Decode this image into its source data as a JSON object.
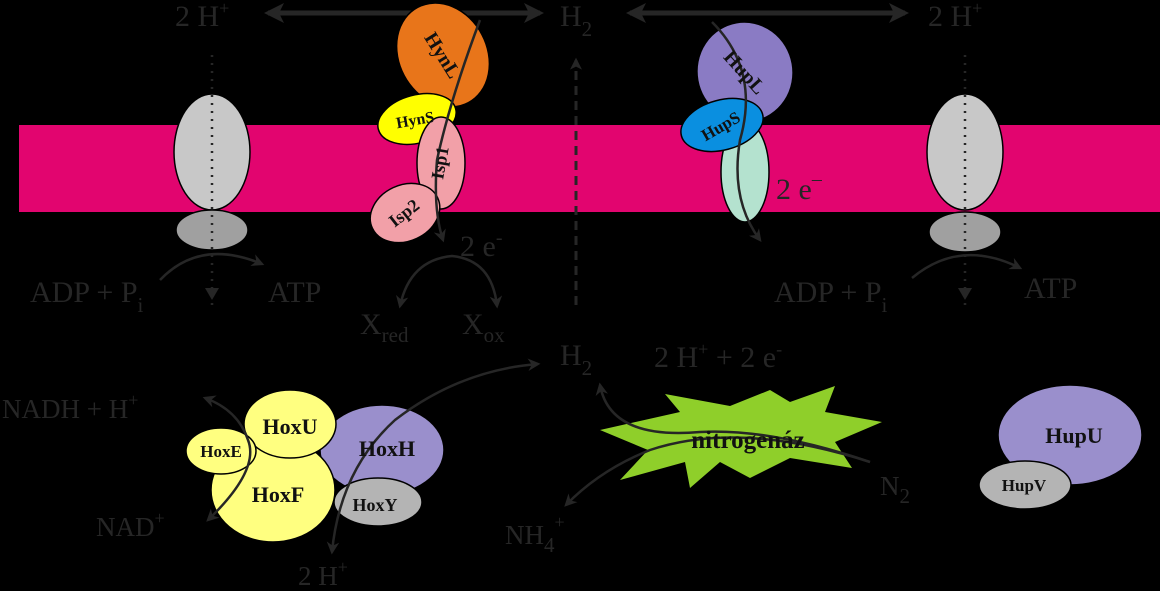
{
  "colors": {
    "background": "#000000",
    "membrane": "#e2056f",
    "text": "#262626",
    "arrow": "#262626",
    "atpase_top": "#c8c8c8",
    "atpase_bottom": "#a0a0a0",
    "hynL": "#e8751a",
    "hynS": "#ffff00",
    "isp": "#f2a0a8",
    "hupL": "#8a7bc4",
    "hupS": "#0a8fe0",
    "hupC": "#b4e2cf",
    "hox_yellow": "#ffff80",
    "hox_purple": "#9a8fcc",
    "hox_grey": "#b4b4b4",
    "nitrogenase": "#8fcf2a",
    "hupU": "#9a8fcc",
    "hupV": "#b4b4b4"
  },
  "labels": {
    "h_left_top": "2 H",
    "h_left_top_sup": "+",
    "h2_top": "H",
    "h2_top_sub": "2",
    "h_right_top": "2 H",
    "h_right_top_sup": "+",
    "hynL": "HynL",
    "hynS": "HynS",
    "isp1": "Isp1",
    "isp2": "Isp2",
    "hupL": "HupL",
    "hupS": "HupS",
    "e_right": "2 e",
    "e_right_sup": "–",
    "e_mid": "2 e",
    "e_mid_sup": "-",
    "adp_left": "ADP + P",
    "adp_left_sub": "i",
    "atp_left": "ATP",
    "adp_right": "ADP + P",
    "adp_right_sub": "i",
    "atp_right": "ATP",
    "xred": "X",
    "xred_sub": "red",
    "xox": "X",
    "xox_sub": "ox",
    "h2_mid": "H",
    "h2_mid_sub": "2",
    "h_e_mid": "2 H",
    "h_e_mid_sup": "+",
    "h_e_mid_rest": " + 2 e",
    "h_e_mid_rest_sup": "-",
    "nadh": "NADH + H",
    "nadh_sup": "+",
    "nad": "NAD",
    "nad_sup": "+",
    "h_bottom": "2 H",
    "h_bottom_sup": "+",
    "nh4": "NH",
    "nh4_sub": "4",
    "nh4_sup": "+",
    "n2": "N",
    "n2_sub": "2",
    "hoxE": "HoxE",
    "hoxU": "HoxU",
    "hoxF": "HoxF",
    "hoxH": "HoxH",
    "hoxY": "HoxY",
    "nitrogenase": "nitrogenáz",
    "hupU": "HupU",
    "hupV": "HupV"
  }
}
